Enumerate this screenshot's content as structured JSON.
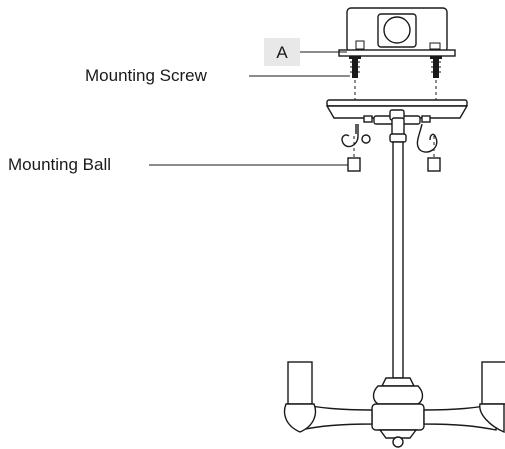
{
  "labels": {
    "callout_a": "A",
    "mounting_screw": "Mounting Screw",
    "mounting_ball": "Mounting Ball"
  }
}
